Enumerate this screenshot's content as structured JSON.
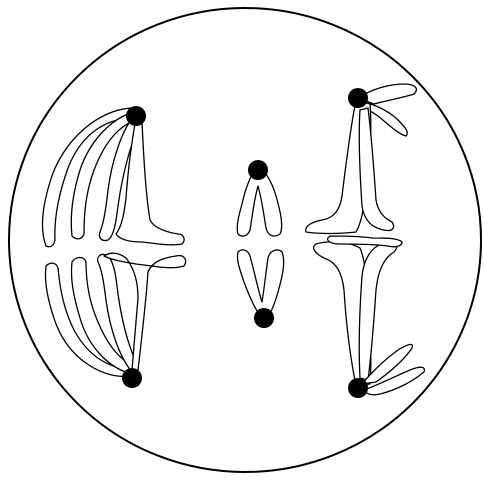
{
  "diagram": {
    "kind": "cell-division-illustration",
    "labels": [],
    "colors": {
      "background": "#ffffff",
      "line": "#000000",
      "centromere": "#000000"
    },
    "parts": {
      "cell": "cell-membrane",
      "groups": [
        {
          "name": "left-chromosome-group",
          "chromosome_count": 4,
          "centromeres": 2
        },
        {
          "name": "middle-chromosome-pair",
          "chromosome_count": 2,
          "centromeres": 2
        },
        {
          "name": "right-chromosome-group",
          "chromosome_count": 2,
          "centromeres": 2
        }
      ]
    }
  }
}
